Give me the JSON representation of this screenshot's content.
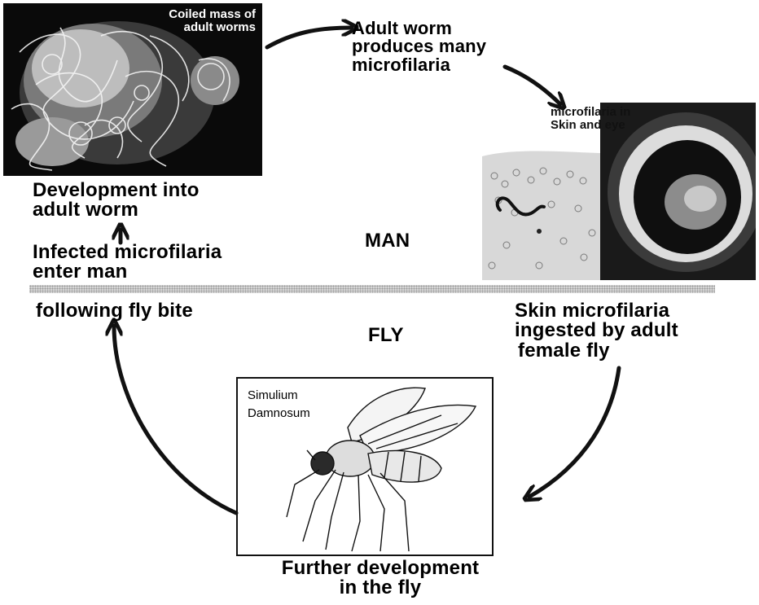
{
  "photos": {
    "worms_caption_line1": "Coiled mass of",
    "worms_caption_line2": "adult worms",
    "skin_caption_line1": "microfilaria in",
    "skin_caption_line2": "Skin and eye"
  },
  "labels": {
    "adult_produces": [
      "Adult worm",
      "produces many",
      "microfilaria"
    ],
    "development": [
      "Development into",
      "adult worm"
    ],
    "infected": [
      "Infected microfilaria",
      "enter man"
    ],
    "following": "following fly bite",
    "man": "MAN",
    "fly": "FLY",
    "skin_ingested": [
      "Skin microfilaria",
      "ingested by adult",
      "female fly"
    ],
    "further": [
      "Further development",
      "in the fly"
    ]
  },
  "fly_box": {
    "name_line1": "Simulium",
    "name_line2": "Damnosum"
  }
}
